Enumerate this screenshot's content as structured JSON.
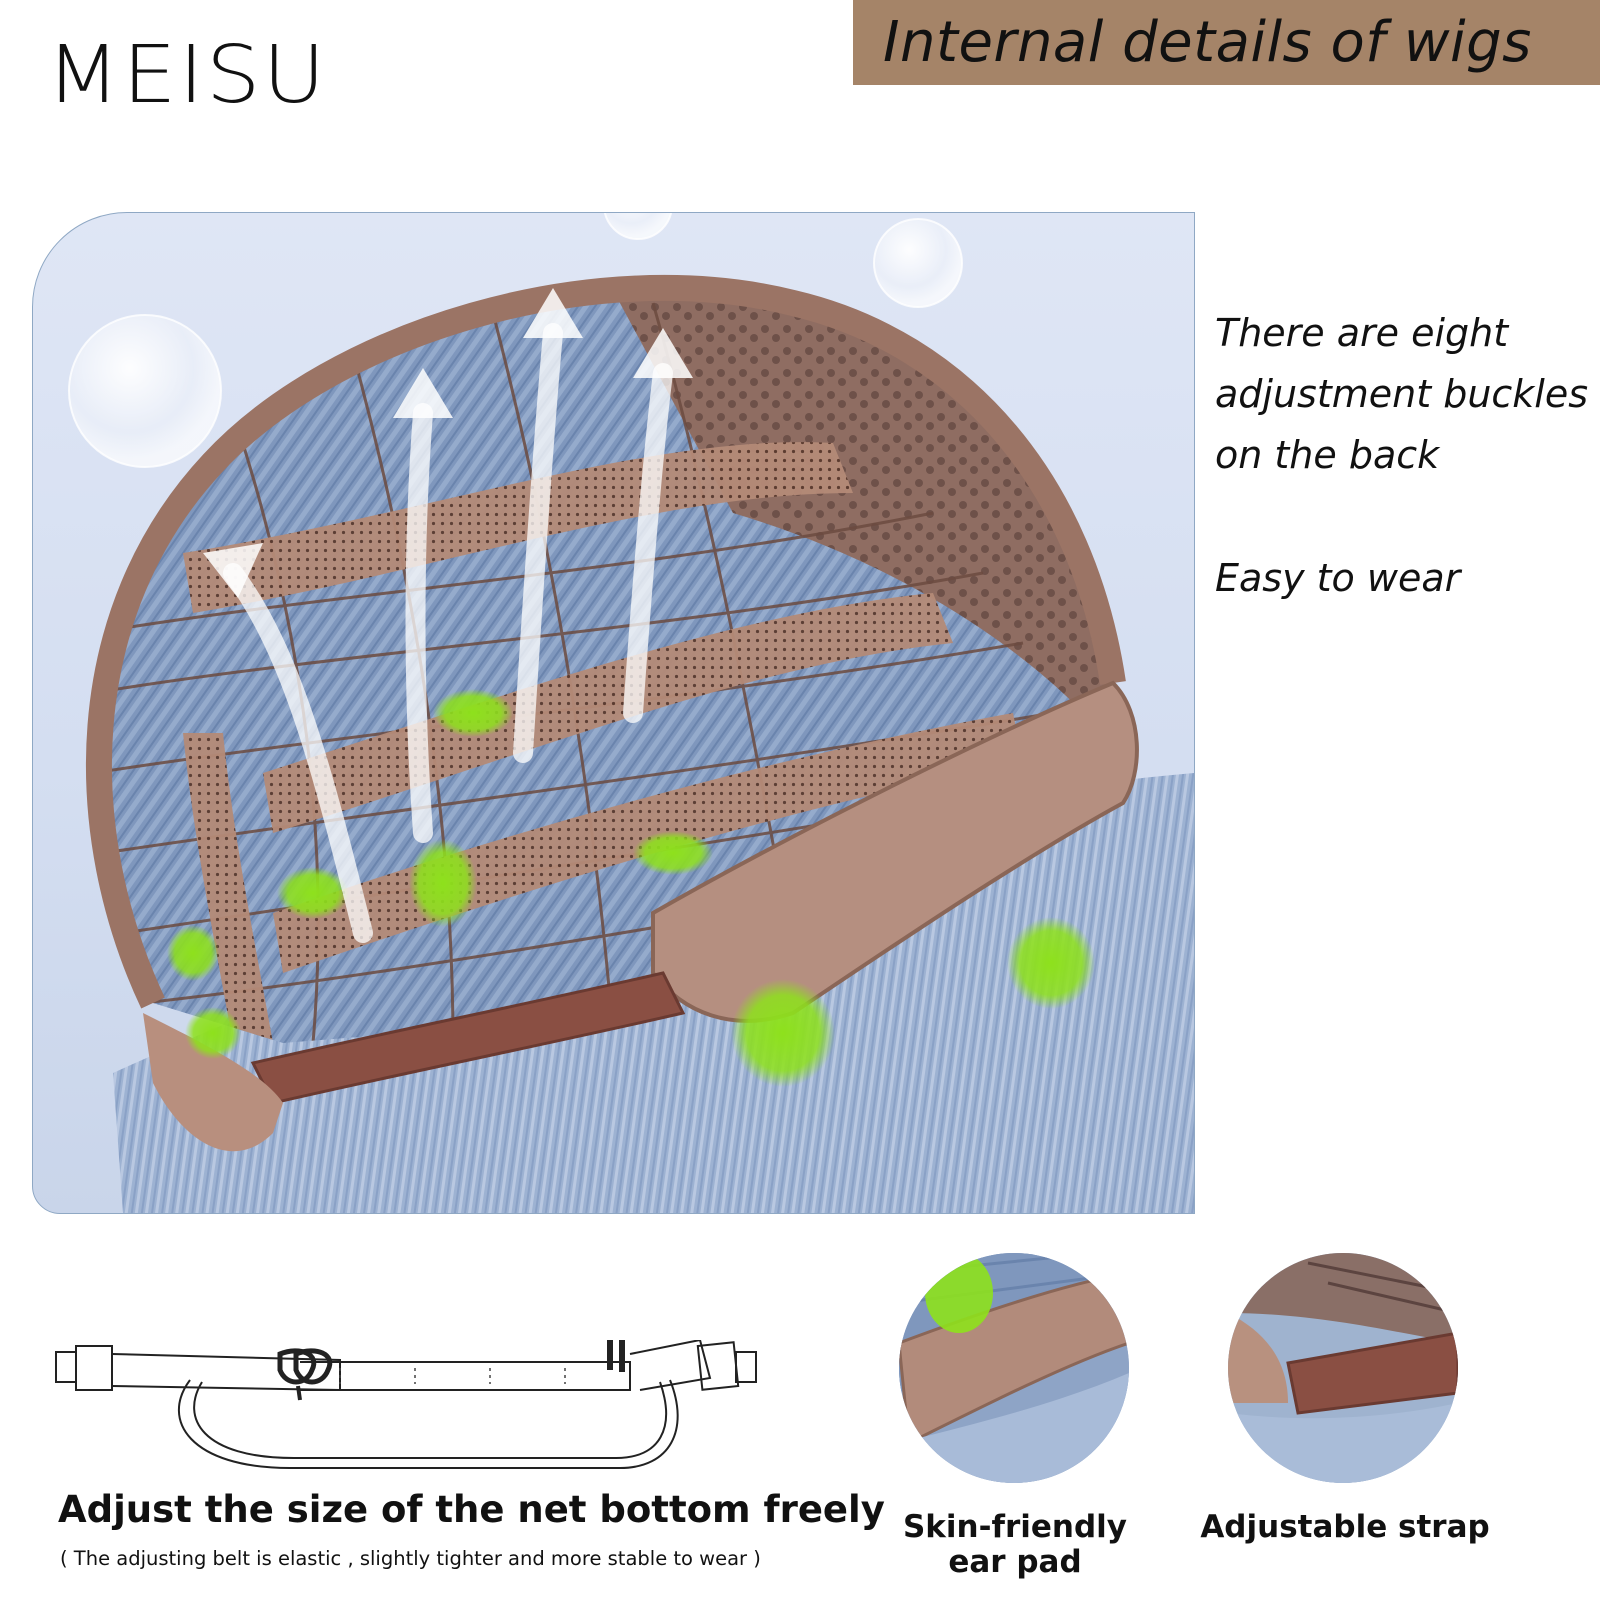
{
  "brand": {
    "logo": "MEISU"
  },
  "header": {
    "title": "Internal details of wigs"
  },
  "features": {
    "buckles": "There are eight adjustment buckles on the back",
    "easy": "Easy to wear"
  },
  "adjust": {
    "title": "Adjust the size of the net bottom freely",
    "note": "( The adjusting belt is elastic , slightly tighter and more stable to wear )"
  },
  "details": {
    "ear_pad": "Skin-friendly ear pad",
    "strap": "Adjustable strap"
  },
  "colors": {
    "banner": "#a58468",
    "cap_lace": "#a77f6e",
    "hair": "#7f97bd",
    "highlight": "#8ee11c"
  }
}
